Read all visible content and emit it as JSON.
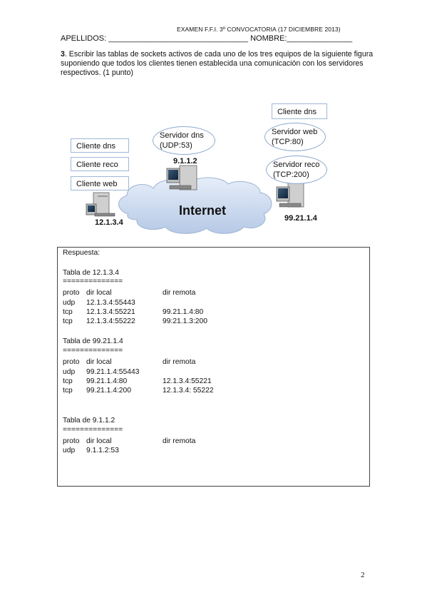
{
  "header": {
    "exam": "EXAMEN F.F.I. 3º CONVOCATORIA (17 DICIEMBRE 2013)",
    "name_line": "APELLIDOS: ________________________________ NOMBRE:_______________"
  },
  "question": {
    "number": "3",
    "text": ". Escribir las tablas de sockets activos de cada uno de los tres equipos de la siguiente figura suponiendo que todos los clientes tienen establecida una comunicación con los servidores respectivos. (1 punto)"
  },
  "diagram": {
    "cloud_label": "Internet",
    "left_host": {
      "ip": "12.1.3.4",
      "labels": [
        "Cliente dns",
        "Cliente reco",
        "Cliente  web"
      ]
    },
    "middle_host": {
      "ip": "9.1.1.2",
      "bubble": [
        "Servidor dns",
        "(UDP:53)"
      ]
    },
    "right_host": {
      "ip": "99.21.1.4",
      "client_label": "Cliente dns",
      "bubble_web": [
        "Servidor web",
        "(TCP:80)"
      ],
      "bubble_reco": [
        "Servidor reco",
        "(TCP:200)"
      ]
    }
  },
  "answer": {
    "heading": "Respuesta:",
    "tables": [
      {
        "title": "Tabla de 12.1.3.4",
        "rule": "==============",
        "columns": [
          "proto",
          "dir local",
          "dir remota"
        ],
        "rows": [
          [
            "udp",
            "12.1.3.4:55443",
            ""
          ],
          [
            "tcp",
            "12.1.3.4:55221",
            "99.21.1.4:80"
          ],
          [
            "tcp",
            "12.1.3.4:55222",
            "99:21.1.3:200"
          ]
        ]
      },
      {
        "title": "Tabla de 99.21.1.4",
        "rule": "==============",
        "columns": [
          "proto",
          "dir local",
          "dir remota"
        ],
        "rows": [
          [
            "udp",
            "99.21.1.4:55443",
            ""
          ],
          [
            "tcp",
            "99.21.1.4:80",
            "12.1.3.4:55221"
          ],
          [
            "tcp",
            "99.21.1.4:200",
            "12.1.3.4: 55222"
          ]
        ]
      },
      {
        "title": "Tabla de 9.1.1.2",
        "rule": "==============",
        "columns": [
          "proto",
          "dir local",
          "dir remota"
        ],
        "rows": [
          [
            "udp",
            "9.1.1.2:53",
            ""
          ]
        ]
      }
    ]
  },
  "page_number": "2"
}
